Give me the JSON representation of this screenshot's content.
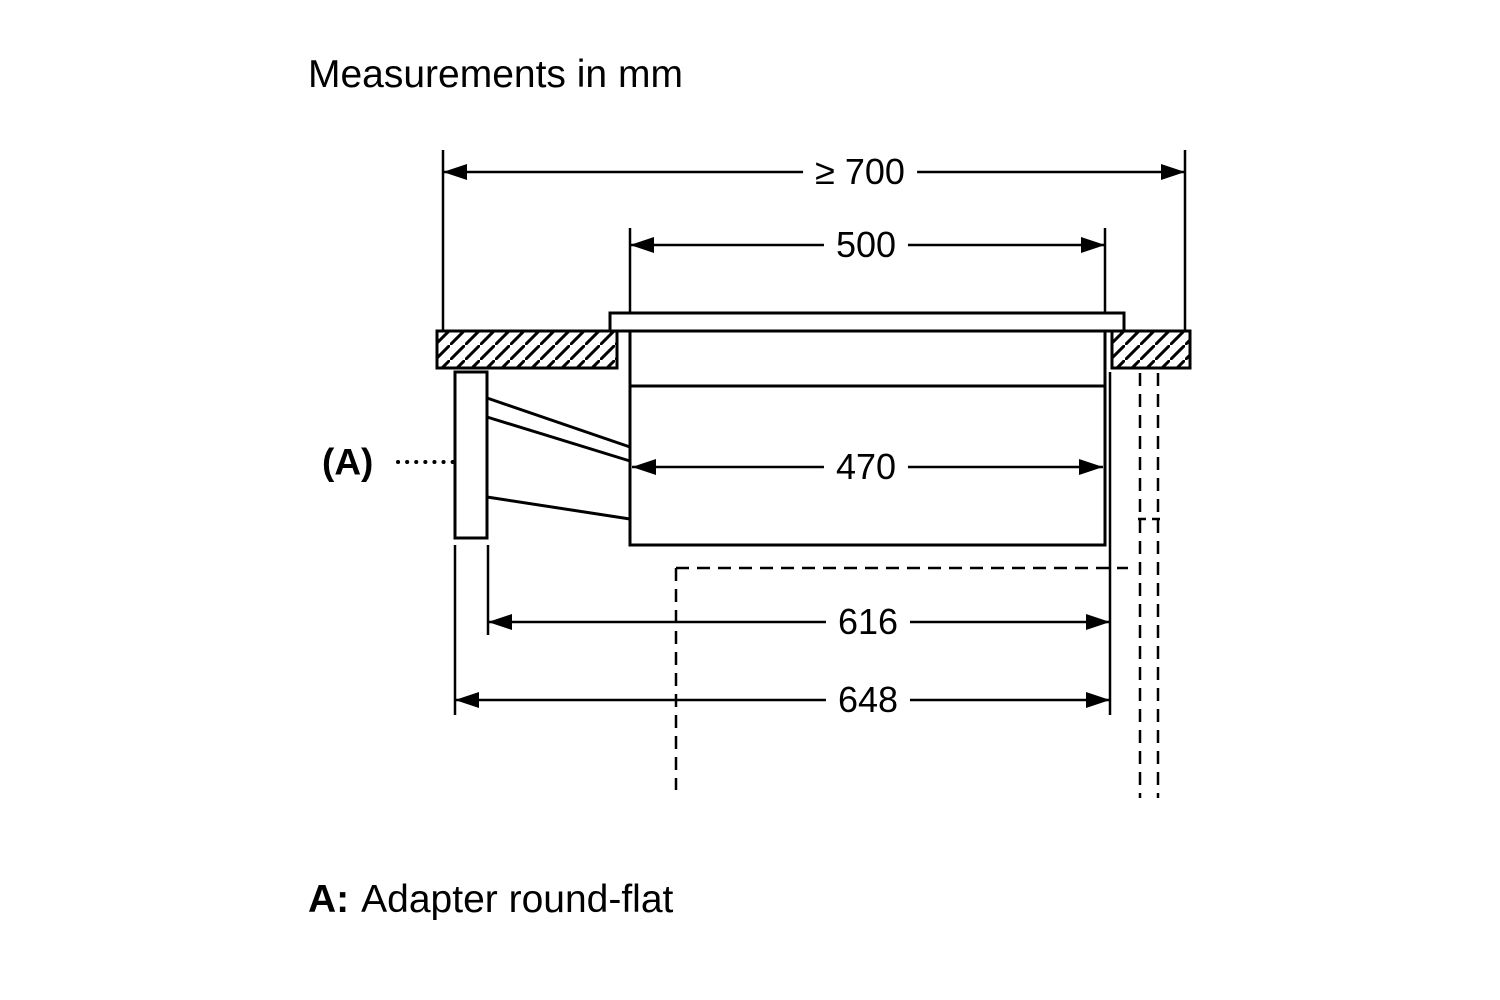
{
  "title": "Measurements in mm",
  "callout": {
    "label": "(A)"
  },
  "dimensions": {
    "overall_width": "≥ 700",
    "top_width": "500",
    "inner_width": "470",
    "cutout_width": "616",
    "total_width": "648"
  },
  "footnote": {
    "prefix": "A:",
    "text": "Adapter round-flat"
  },
  "colors": {
    "line": "#000000",
    "background": "#ffffff"
  }
}
